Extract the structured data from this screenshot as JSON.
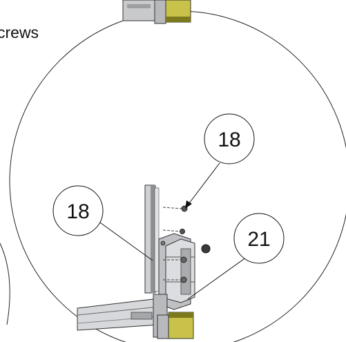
{
  "caption": "crews",
  "callouts": [
    {
      "id": "callout-18-top",
      "label": "18"
    },
    {
      "id": "callout-18-left",
      "label": "18"
    },
    {
      "id": "callout-21",
      "label": "21"
    }
  ],
  "colors": {
    "line": "#222222",
    "metal_light": "#d9dadd",
    "metal_mid": "#a9abae",
    "metal_dark": "#6b6d70",
    "yellow_block": "#c8c24a",
    "yellow_dark": "#7d7a1e"
  }
}
